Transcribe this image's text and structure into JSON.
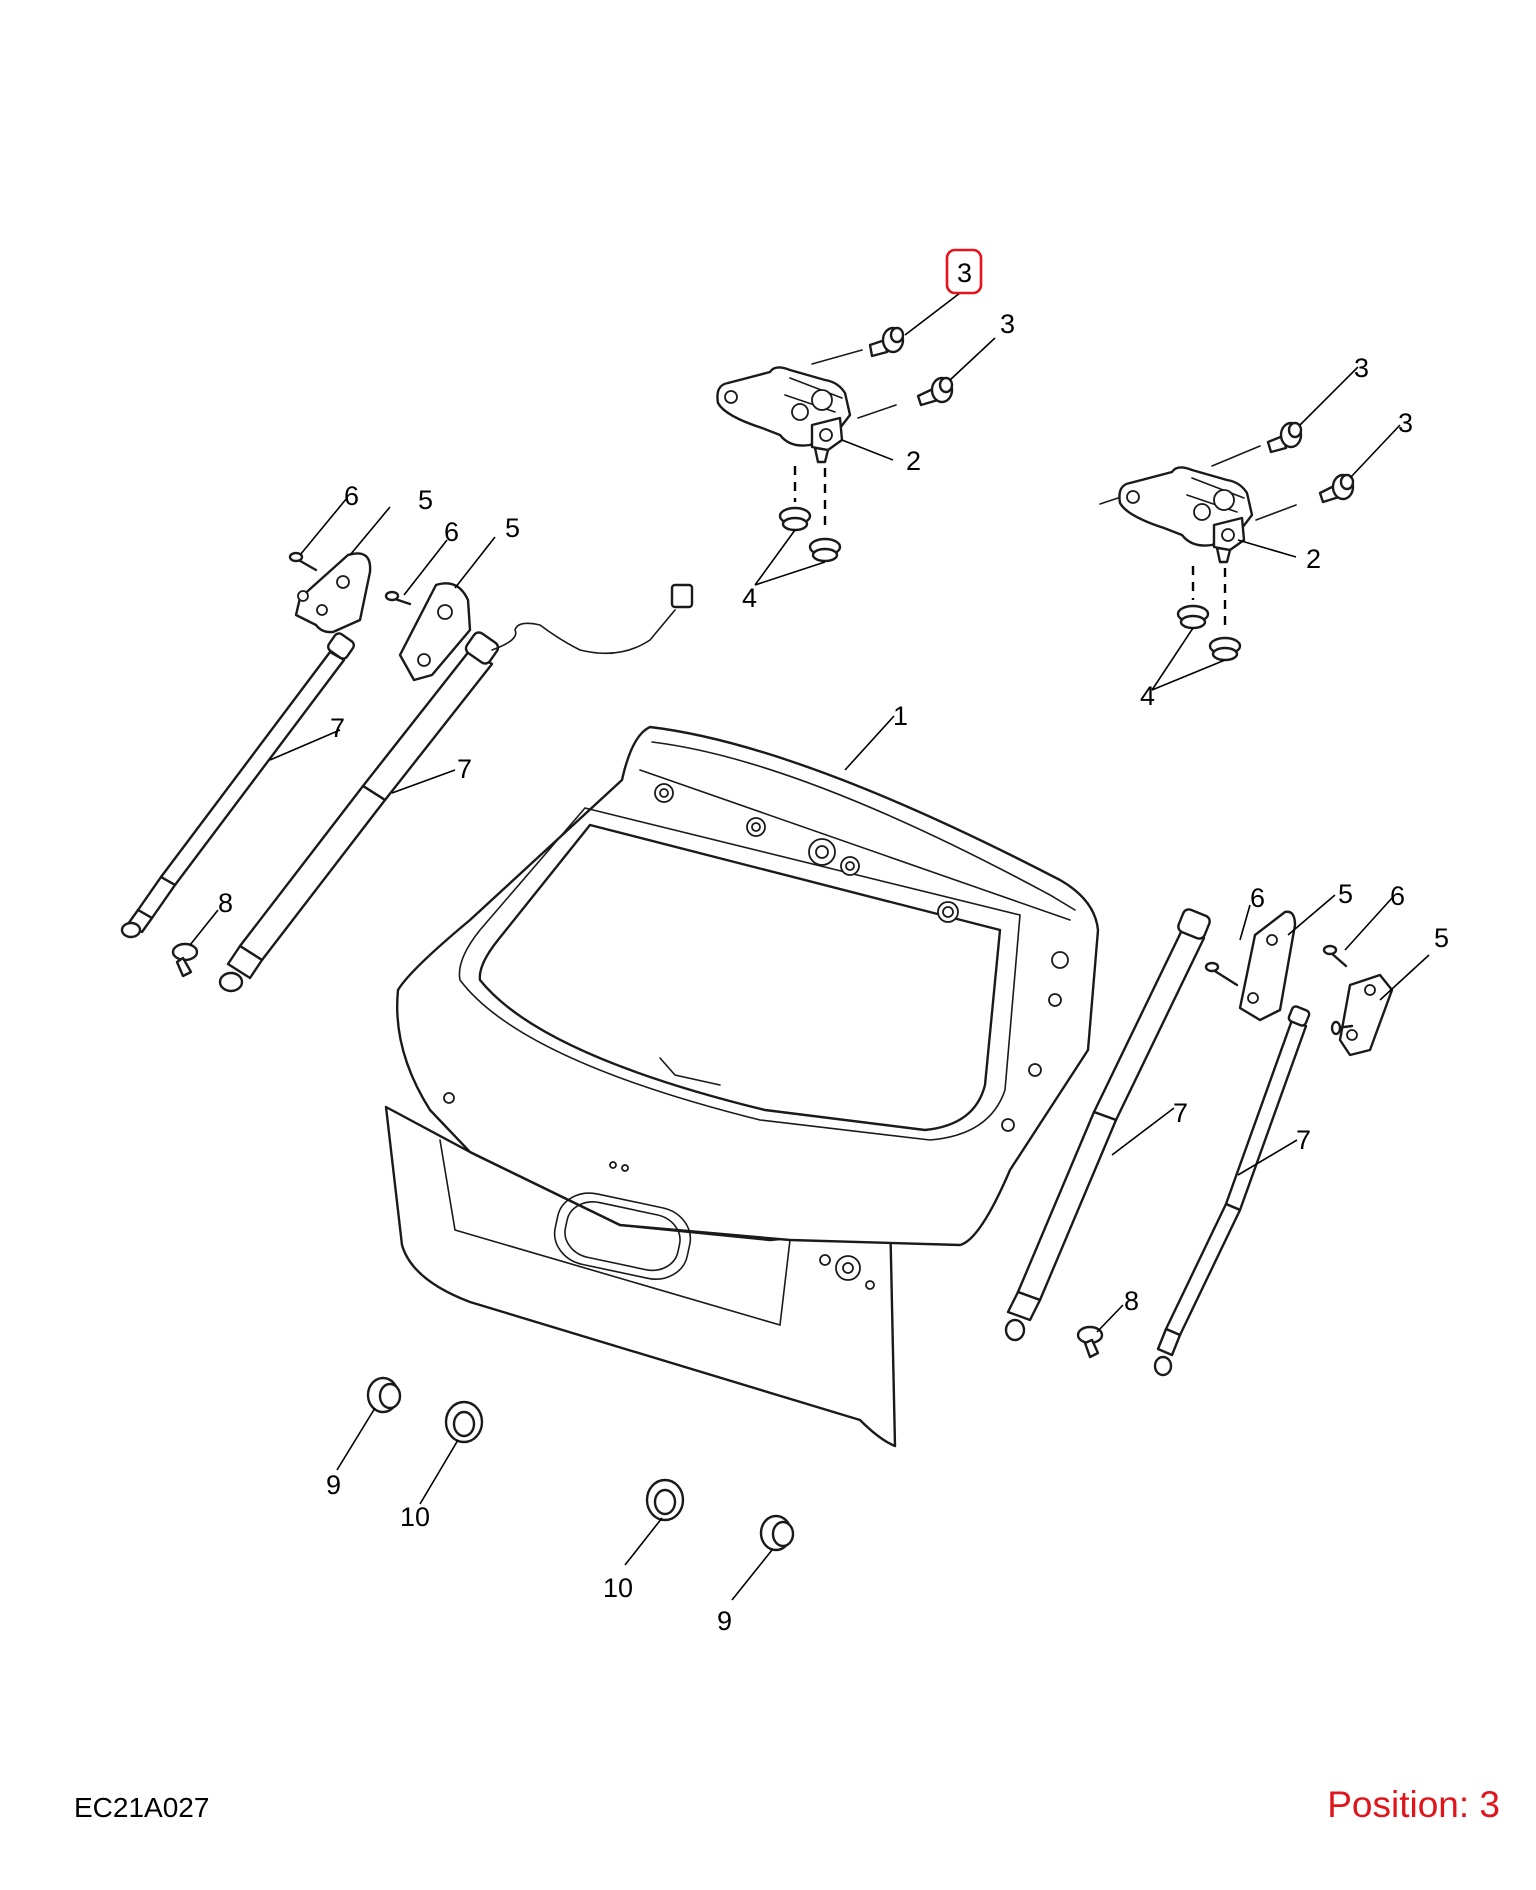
{
  "figure_code": "EC21A027",
  "position_label": "Position: 3",
  "highlight_color": "#e0141b",
  "callouts": {
    "c1": "1",
    "c2a": "2",
    "c2b": "2",
    "c3a": "3",
    "c3b": "3",
    "c3c": "3",
    "c3d": "3",
    "c4a": "4",
    "c4b": "4",
    "c5a": "5",
    "c5b": "5",
    "c5c": "5",
    "c5d": "5",
    "c6a": "6",
    "c6b": "6",
    "c6c": "6",
    "c6d": "6",
    "c7a": "7",
    "c7b": "7",
    "c7c": "7",
    "c7d": "7",
    "c8a": "8",
    "c8b": "8",
    "c9a": "9",
    "c9b": "9",
    "c10a": "10",
    "c10b": "10"
  }
}
